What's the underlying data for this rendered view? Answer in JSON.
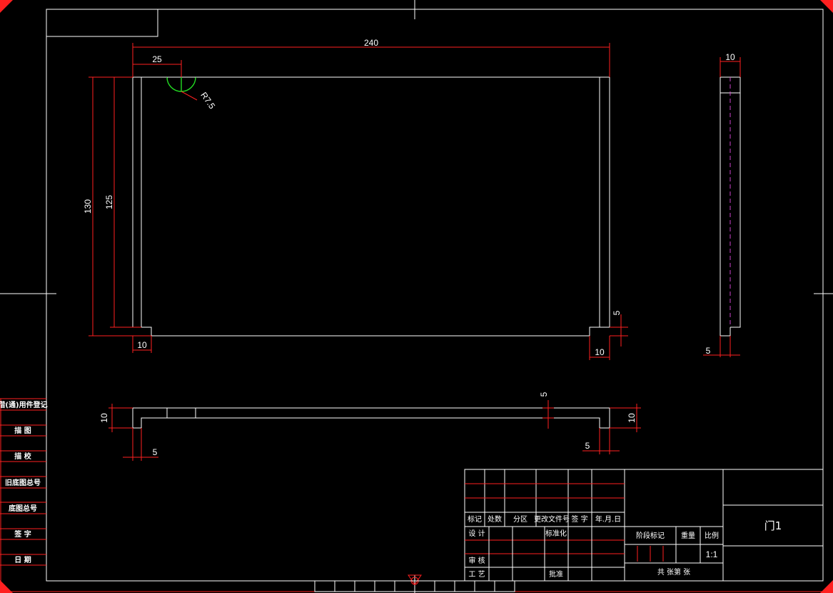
{
  "dimensions": {
    "width_total": "240",
    "edge_offset": "25",
    "radius": "R7.5",
    "height_outer": "130",
    "height_inner": "125",
    "foot_left": "10",
    "foot_right": "10",
    "foot_gap": "5",
    "side_width": "10",
    "side_foot": "5",
    "bottom_gap": "5",
    "bottom_left_height": "10",
    "bottom_left_foot": "5",
    "bottom_right_height": "10",
    "bottom_right_foot": "5"
  },
  "left_column": {
    "row1": "借(通)用件登记",
    "row2": "描  图",
    "row3": "描  校",
    "row4": "旧底图总号",
    "row5": "底图总号",
    "row6": "签  字",
    "row7": "日  期"
  },
  "title_block": {
    "mark": "标记",
    "count": "处数",
    "zone": "分区",
    "change_doc": "更改文件号",
    "signature": "签 字",
    "date": "年.月.日",
    "design": "设 计",
    "standardization": "标准化",
    "review": "审 核",
    "process": "工 艺",
    "approve": "批准",
    "stage_mark": "阶段标记",
    "weight": "重量",
    "scale_label": "比例",
    "scale_value": "1:1",
    "sheets": "共    张第    张",
    "part_name": "门1"
  },
  "colors": {
    "background": "#000000",
    "geometry": "#ffffff",
    "dimension": "#ff2020",
    "arc": "#22dd22",
    "hidden_line": "#cc44cc"
  }
}
